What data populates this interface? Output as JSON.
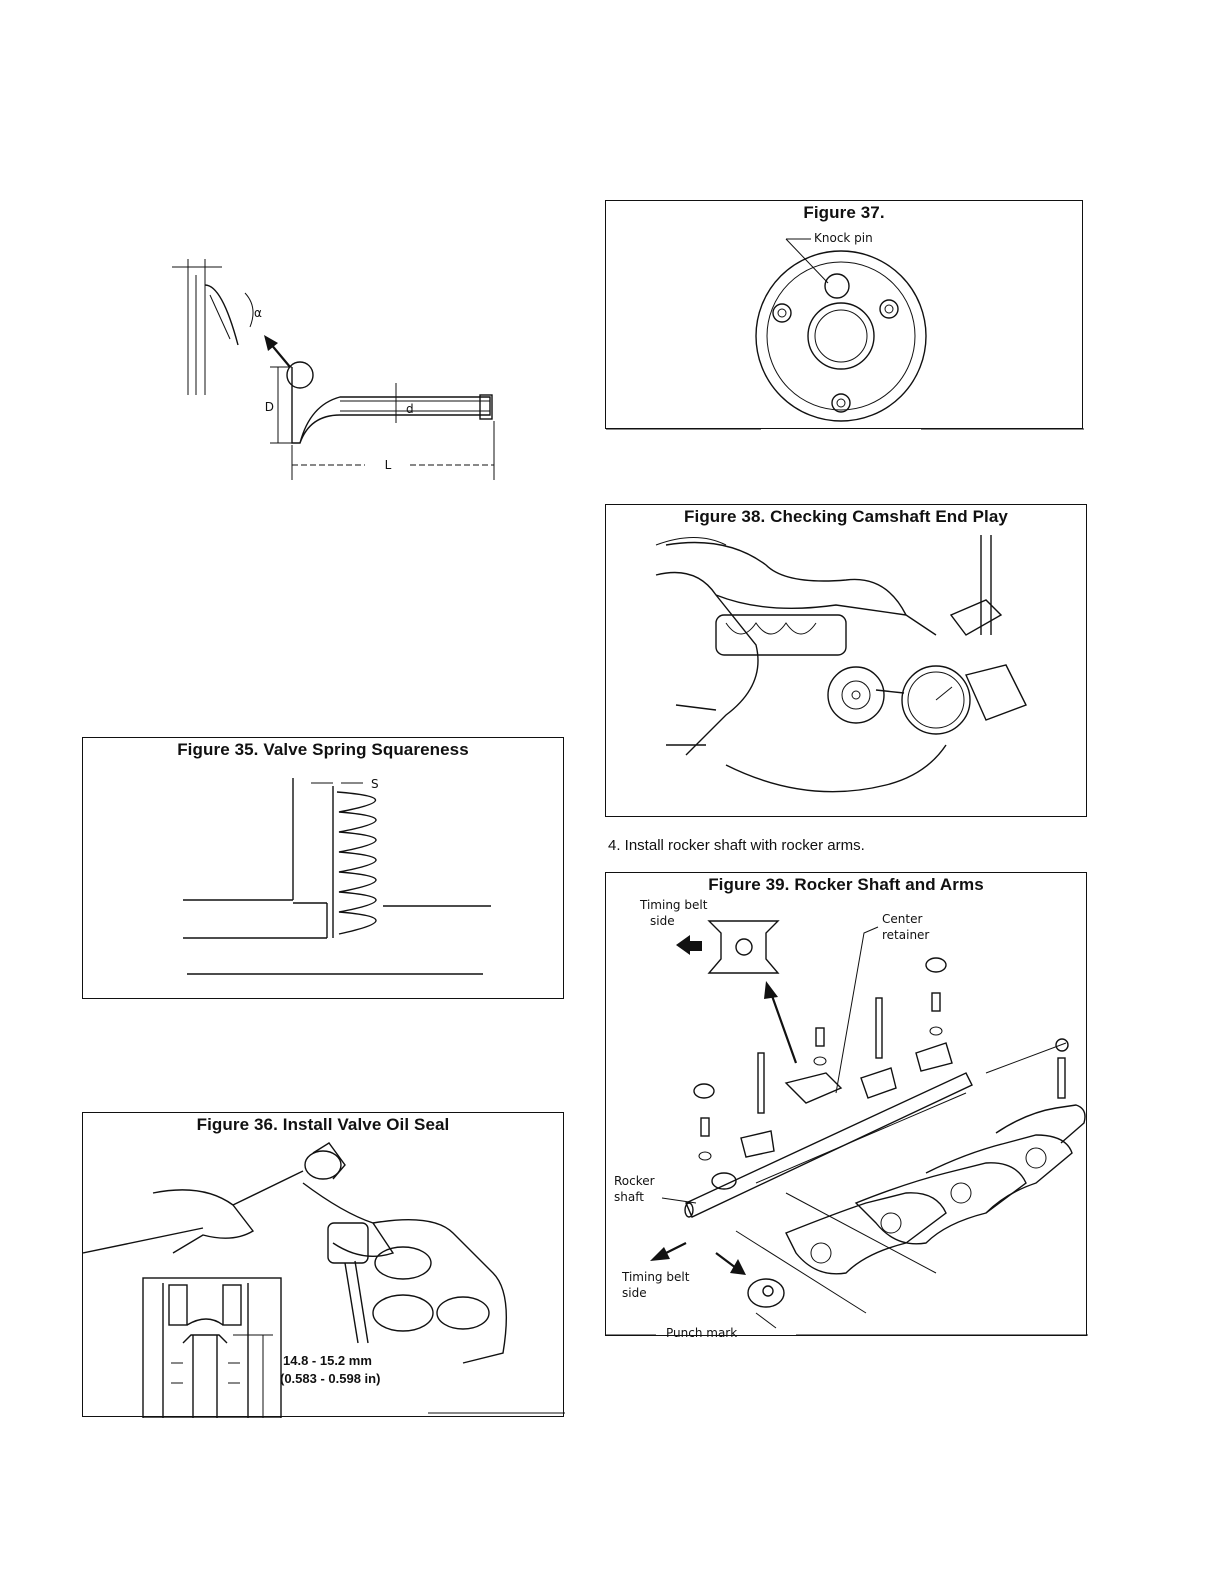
{
  "valve_diagram": {
    "label_alpha": "α",
    "label_D": "D",
    "label_d": "d",
    "label_L": "L"
  },
  "figure35": {
    "title": "Figure 35. Valve Spring Squareness",
    "label_s": "S"
  },
  "figure36": {
    "title": "Figure 36. Install Valve Oil Seal",
    "dimension_mm": "14.8 - 15.2 mm",
    "dimension_in": "(0.583 - 0.598 in)"
  },
  "figure37": {
    "title": "Figure 37.",
    "label_knock_pin": "Knock pin"
  },
  "figure38": {
    "title": "Figure 38. Checking Camshaft End Play"
  },
  "step4": {
    "text": "4. Install rocker shaft with rocker arms."
  },
  "figure39": {
    "title": "Figure 39. Rocker Shaft and Arms",
    "label_timing_belt_top_1": "Timing belt",
    "label_timing_belt_top_2": "side",
    "label_center_retainer_1": "Center",
    "label_center_retainer_2": "retainer",
    "label_rocker_shaft_1": "Rocker",
    "label_rocker_shaft_2": "shaft",
    "label_timing_belt_bottom_1": "Timing belt",
    "label_timing_belt_bottom_2": "side",
    "label_punch_mark": "Punch mark"
  }
}
